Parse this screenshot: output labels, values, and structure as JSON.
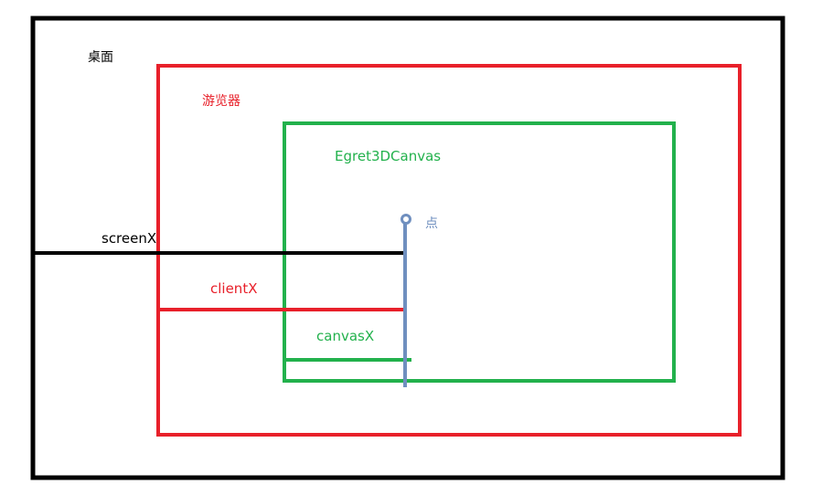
{
  "labels": {
    "desktop": "桌面",
    "browser": "游览器",
    "canvas": "Egret3DCanvas",
    "point": "点",
    "screenX": "screenX",
    "clientX": "clientX",
    "canvasX": "canvasX"
  },
  "colors": {
    "desktop": "#000000",
    "browser": "#e8202a",
    "canvas": "#22b14c",
    "point": "#6f8fbf"
  }
}
